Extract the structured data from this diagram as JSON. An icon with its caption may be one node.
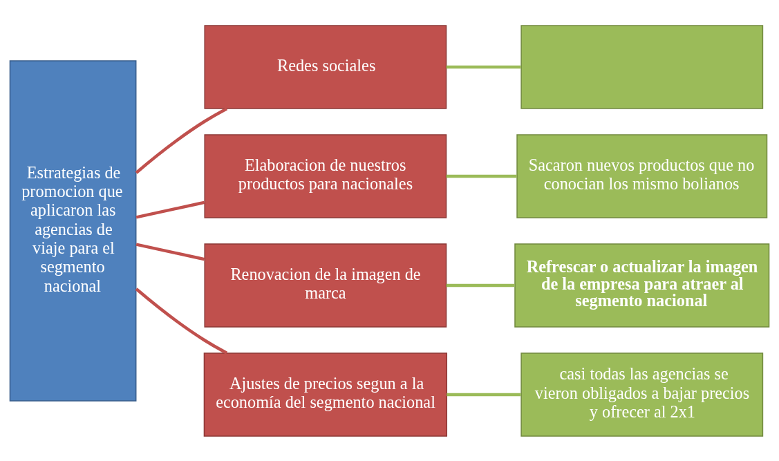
{
  "diagram": {
    "nodes": [
      {
        "text": [
          "Estrategias de promocion que aplicaron las agencias de viaje para el segmento nacional"
        ]
      },
      {
        "text": [
          "Redes sociales"
        ]
      },
      {
        "text": [],
        "shape": "box"
      },
      {
        "text": [
          "Elaboracion de nuestros productos para nacionales"
        ]
      },
      {
        "text": [
          "Sacaron nuevos productos que no conocian los mismo bolianos"
        ]
      },
      {
        "text": [
          "Renovacion de la imagen de marca"
        ]
      },
      {
        "text": [
          "Refrescar o actualizar la imagen de la empresa para atraer al segmento nacional"
        ]
      },
      {
        "text": [
          "Ajustes de precios segun a la economía del segmento nacional"
        ]
      },
      {
        "text": [
          "casi todas las agencias se vieron obligados a bajar precios y ofrecer al 2x1"
        ]
      }
    ],
    "edges": [
      {
        "from": 0,
        "to": 1,
        "arrow": "none"
      },
      {
        "from": 0,
        "to": 3,
        "arrow": "none"
      },
      {
        "from": 0,
        "to": 5,
        "arrow": "none"
      },
      {
        "from": 0,
        "to": 7,
        "arrow": "none"
      },
      {
        "from": 1,
        "to": 2,
        "arrow": "none",
        "color": "#9bbb59"
      },
      {
        "from": 3,
        "to": 4,
        "arrow": "none",
        "color": "#9bbb59"
      },
      {
        "from": 5,
        "to": 6,
        "arrow": "none",
        "color": "#9bbb59"
      },
      {
        "from": 7,
        "to": 8,
        "arrow": "none",
        "color": "#9bbb59"
      }
    ]
  }
}
